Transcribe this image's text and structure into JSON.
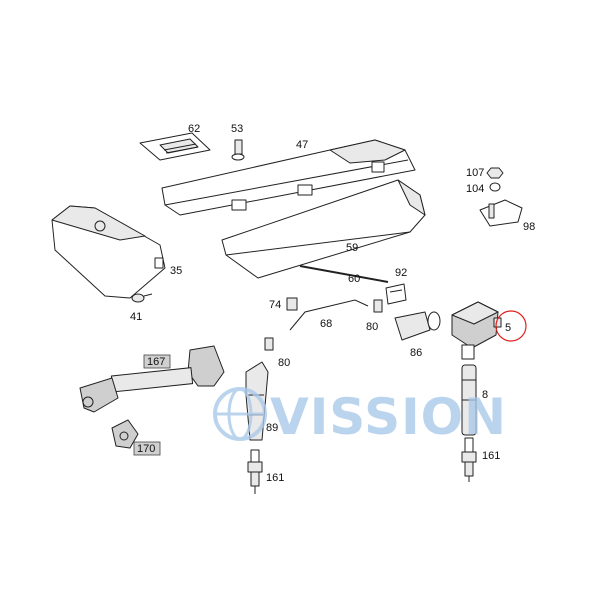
{
  "diagram": {
    "callouts": [
      {
        "id": "c62",
        "text": "62"
      },
      {
        "id": "c53",
        "text": "53"
      },
      {
        "id": "c47",
        "text": "47"
      },
      {
        "id": "c107",
        "text": "107"
      },
      {
        "id": "c104",
        "text": "104"
      },
      {
        "id": "c98",
        "text": "98"
      },
      {
        "id": "c35",
        "text": "35"
      },
      {
        "id": "c59",
        "text": "59"
      },
      {
        "id": "c60",
        "text": "60"
      },
      {
        "id": "c92",
        "text": "92"
      },
      {
        "id": "c41",
        "text": "41"
      },
      {
        "id": "c74",
        "text": "74"
      },
      {
        "id": "c68",
        "text": "68"
      },
      {
        "id": "c80a",
        "text": "80"
      },
      {
        "id": "c80b",
        "text": "80"
      },
      {
        "id": "c86",
        "text": "86"
      },
      {
        "id": "c5",
        "text": "5"
      },
      {
        "id": "c8",
        "text": "8"
      },
      {
        "id": "c89",
        "text": "89"
      },
      {
        "id": "c161a",
        "text": "161"
      },
      {
        "id": "c161b",
        "text": "161"
      }
    ],
    "boxed_callouts": [
      {
        "id": "b167",
        "text": "167"
      },
      {
        "id": "b170",
        "text": "170"
      }
    ],
    "highlighted_callout": "5",
    "highlight_color": "#e02020",
    "watermark": {
      "text": "VISSION",
      "color": "#a9c8ea",
      "icon": "globe-logo"
    }
  }
}
